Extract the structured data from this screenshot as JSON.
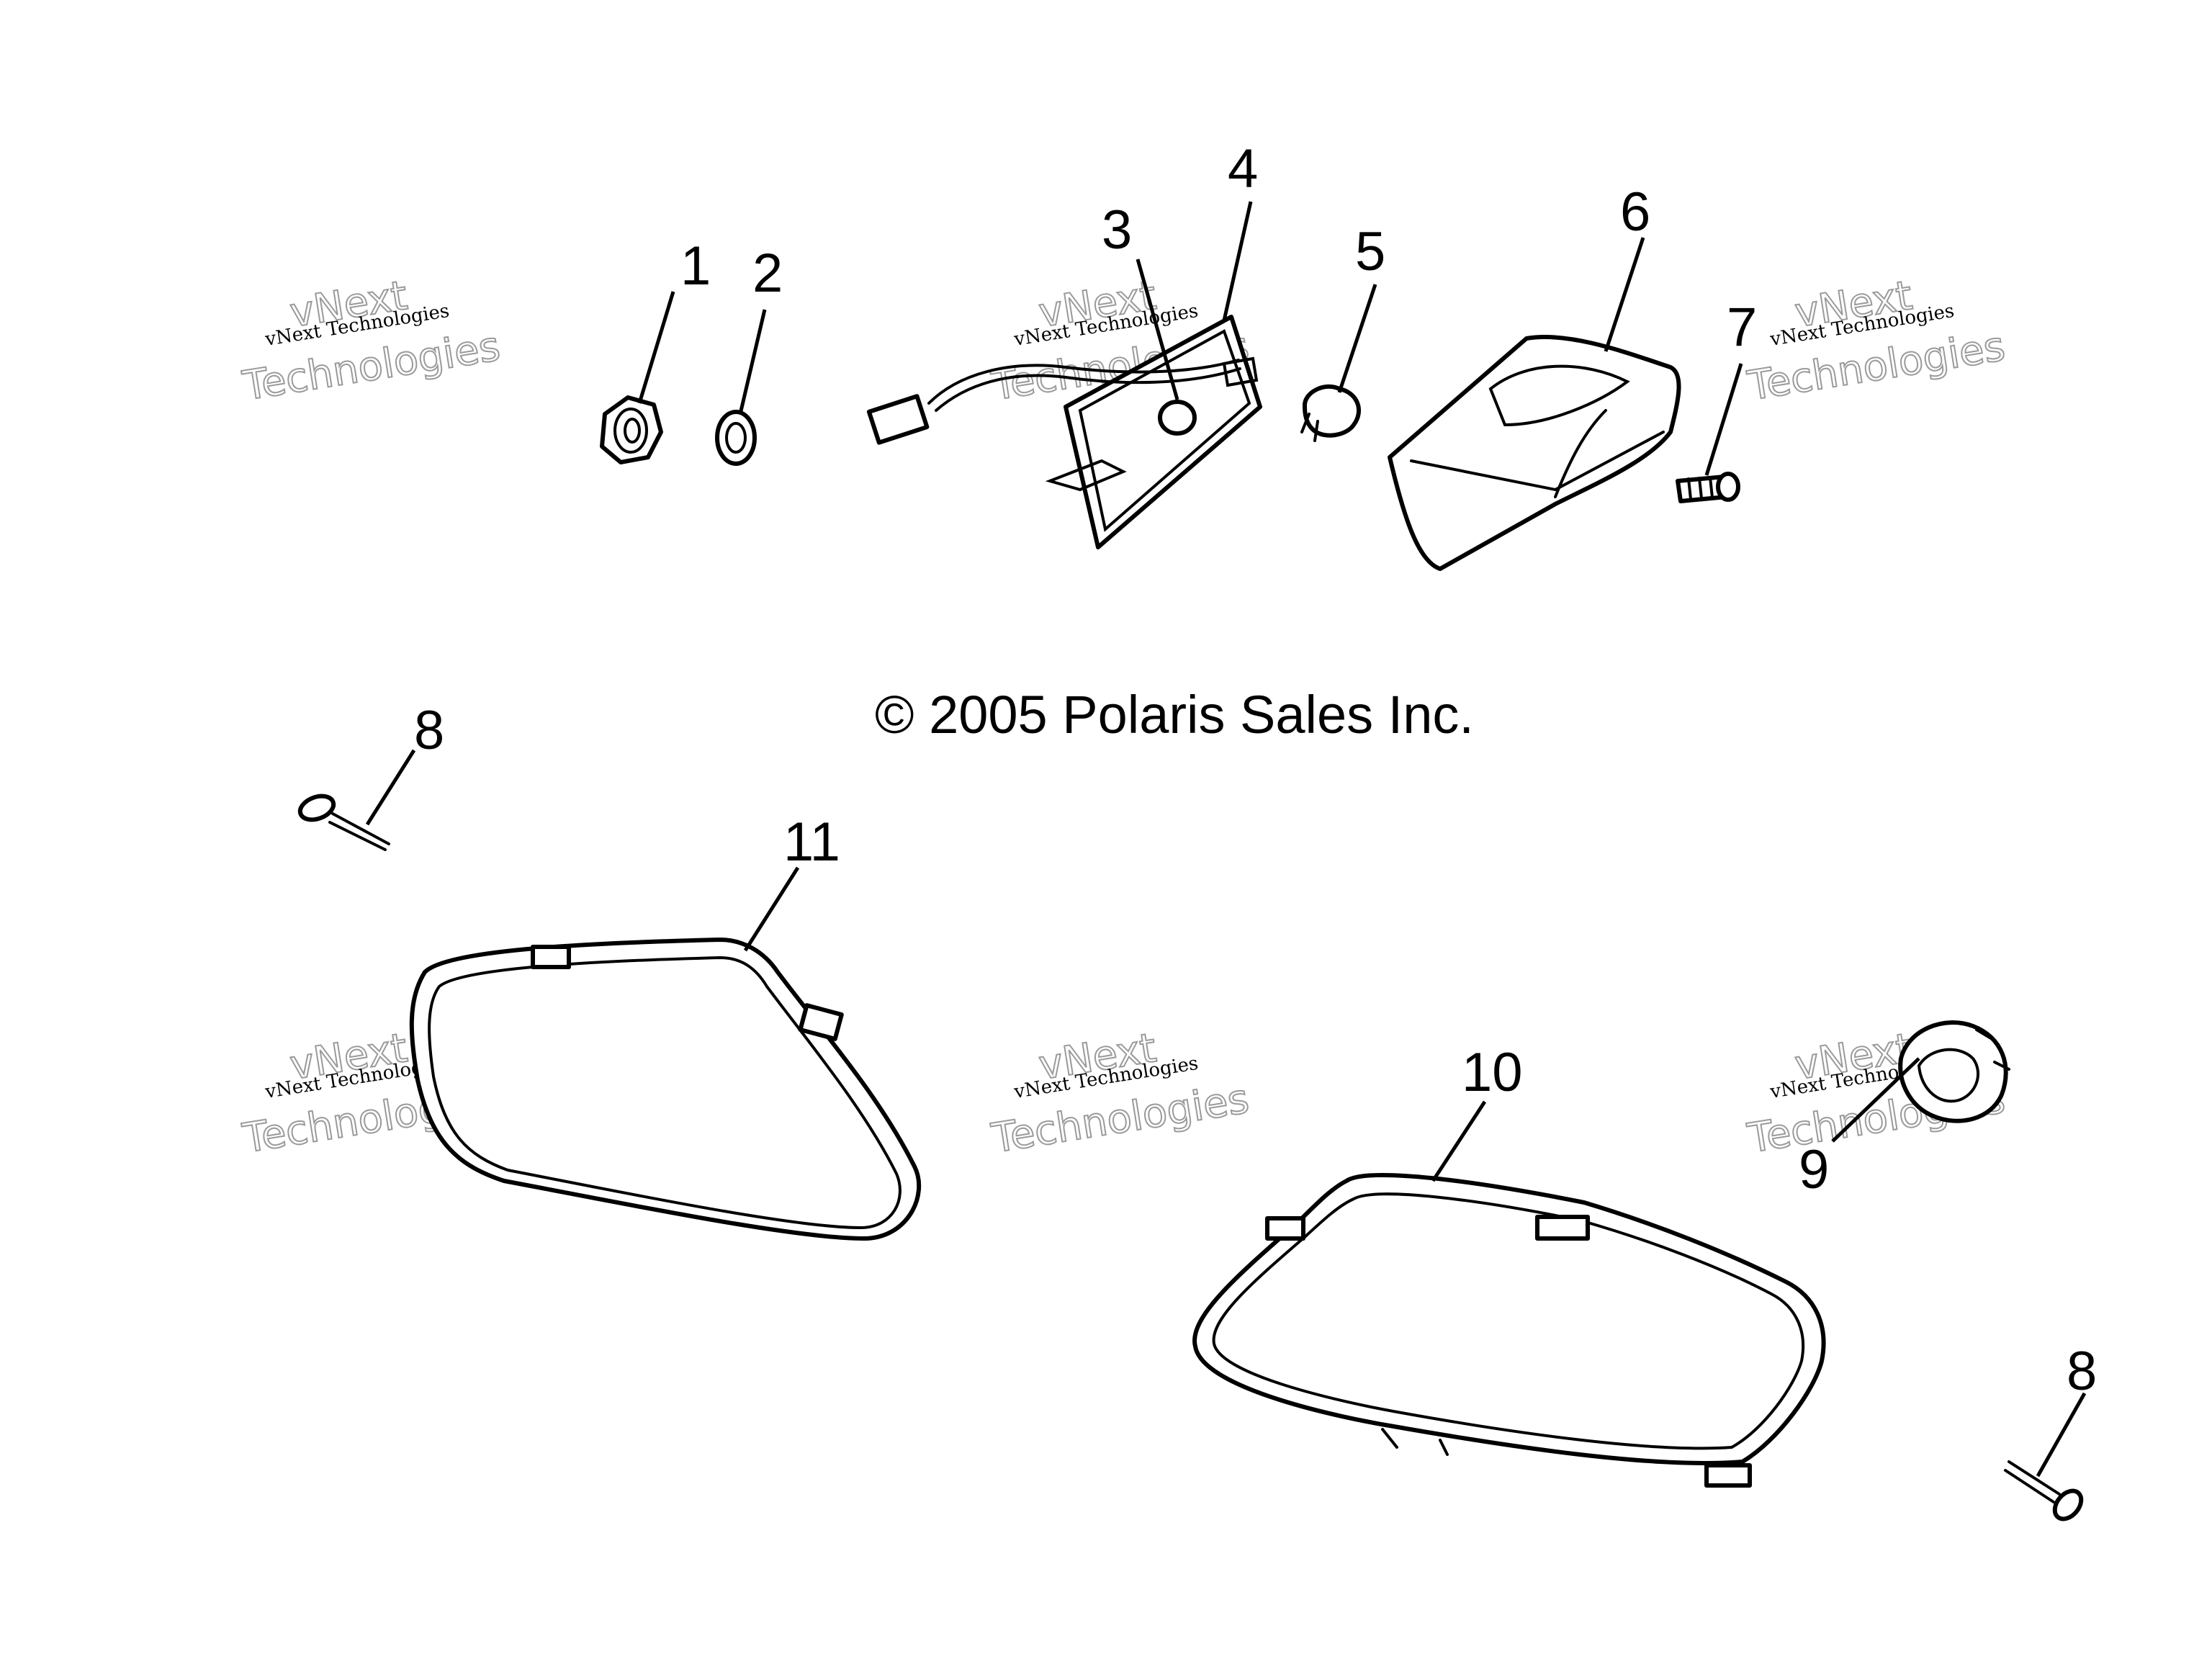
{
  "copyright": "© 2005 Polaris Sales Inc.",
  "callouts": [
    "1",
    "2",
    "3",
    "4",
    "5",
    "6",
    "7",
    "8",
    "11",
    "10",
    "9",
    "8"
  ],
  "watermark": {
    "line1": "vNext Technologies",
    "line2": "vNext",
    "line3": "Technologies"
  }
}
